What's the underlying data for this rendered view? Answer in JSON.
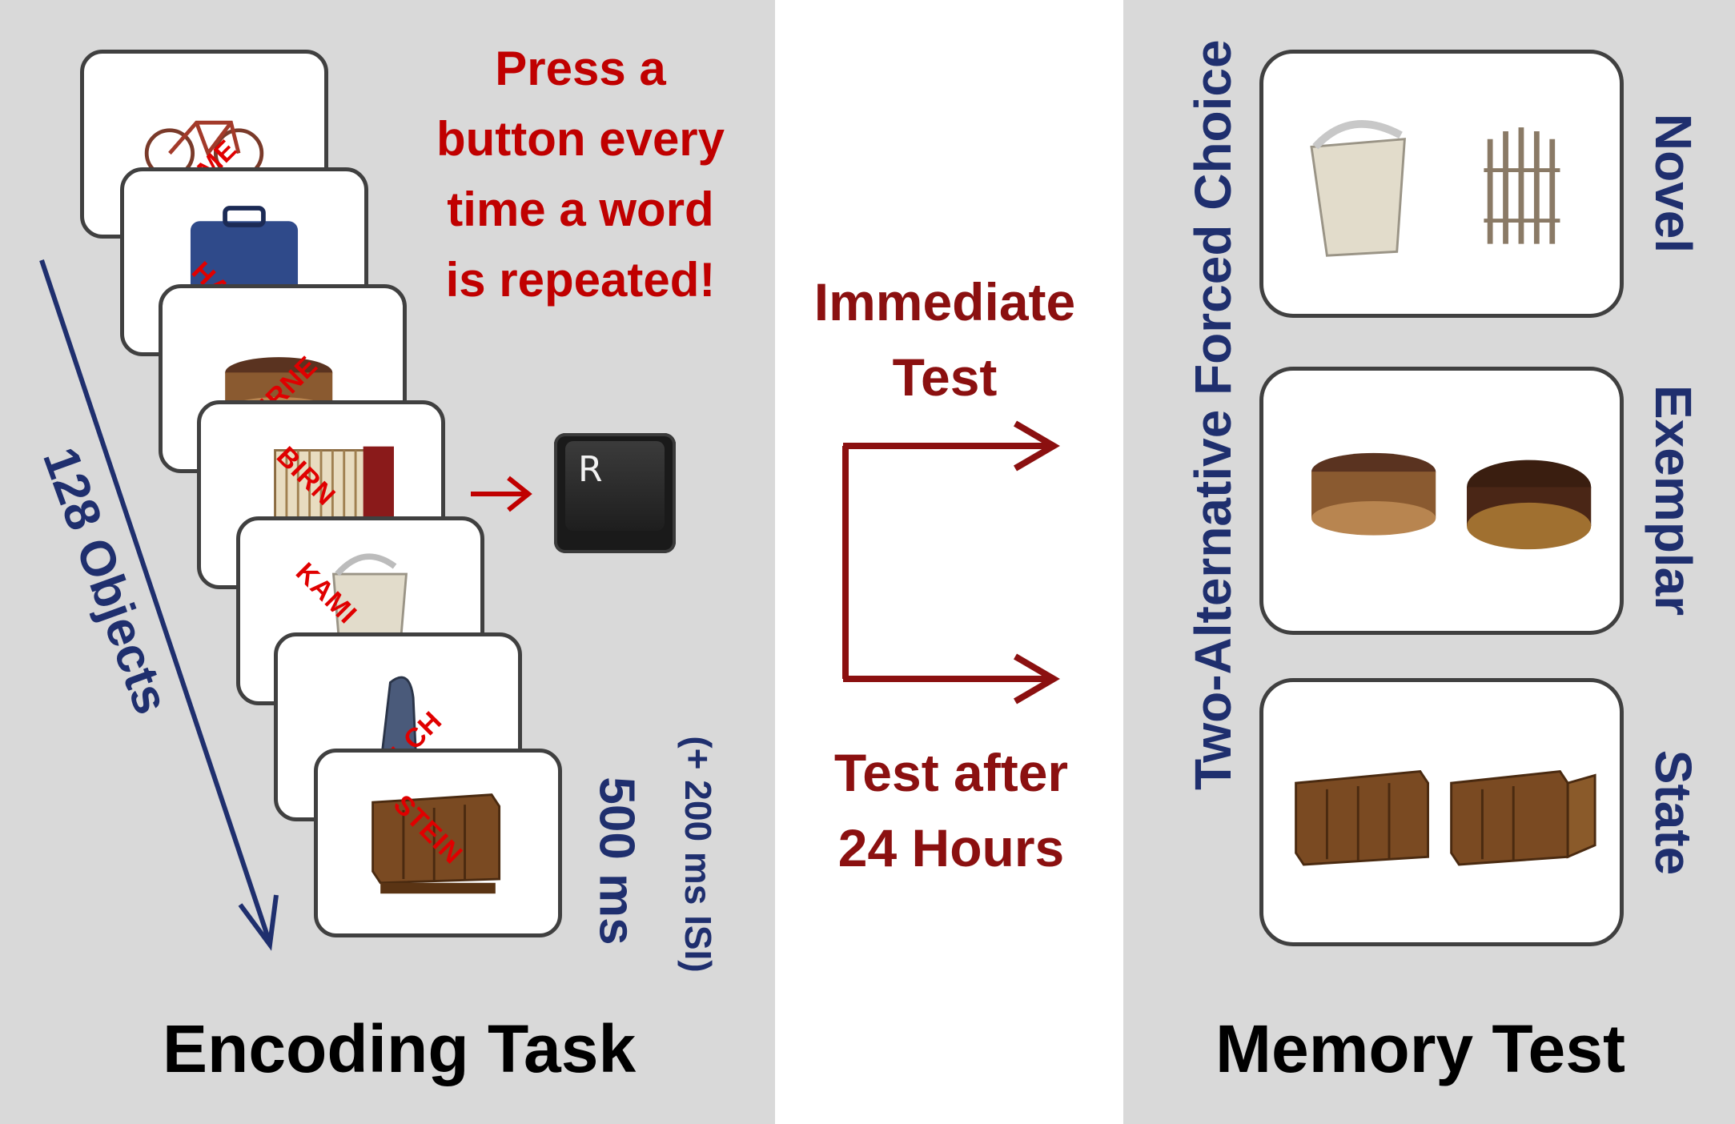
{
  "encoding": {
    "instruction": [
      "Press a",
      "button every",
      "time a word",
      "is repeated!"
    ],
    "objects_label": "128 Objects",
    "duration_label": "500 ms",
    "isi_label": "(+ 200 ms ISI)",
    "title": "Encoding Task",
    "key_letter": "R",
    "cards": [
      {
        "object": "bicycle",
        "word": "UME"
      },
      {
        "object": "suitcase",
        "word": "HAFE"
      },
      {
        "object": "cake",
        "word": "BIRNE"
      },
      {
        "object": "accordion",
        "word": "BIRN"
      },
      {
        "object": "paper-shredder",
        "word": "KAMI"
      },
      {
        "object": "iron",
        "word": "MILCH"
      },
      {
        "object": "sideboard",
        "word": "STEIN"
      }
    ]
  },
  "middle": {
    "immediate_label": [
      "Immediate",
      "Test"
    ],
    "delayed_label": [
      "Test after",
      "24 Hours"
    ]
  },
  "memory": {
    "side_label": "Two-Alternative Forced Choice",
    "title": "Memory Test",
    "conditions": [
      {
        "label": "Novel",
        "objects": [
          "paper-shredder",
          "wooden-fence"
        ]
      },
      {
        "label": "Exemplar",
        "objects": [
          "cake",
          "chocolate-cake"
        ]
      },
      {
        "label": "State",
        "objects": [
          "sideboard-closed",
          "sideboard-open"
        ]
      }
    ]
  },
  "colors": {
    "panel_bg": "#d9d9d9",
    "instruction_red": "#c00000",
    "word_red": "#e00000",
    "arrow_darkred": "#8b1010",
    "navy": "#1f2f6e"
  }
}
